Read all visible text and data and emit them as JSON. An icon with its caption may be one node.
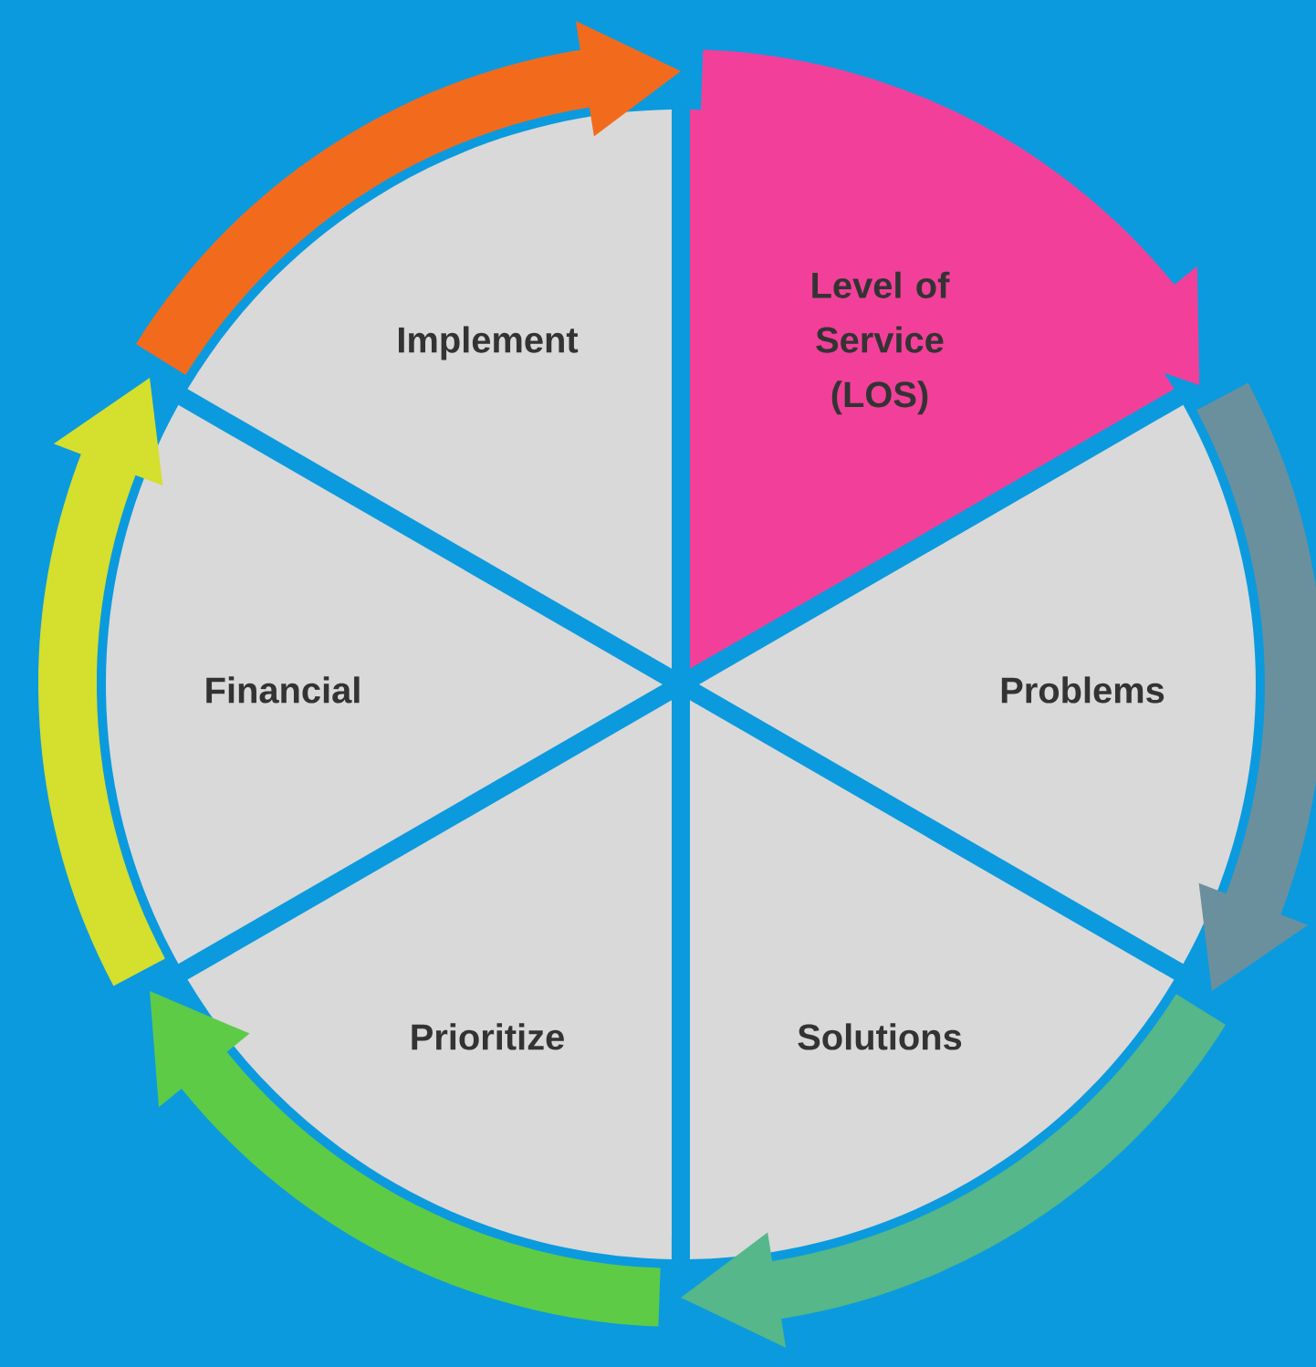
{
  "diagram": {
    "nodes": [
      {
        "text": [
          "Level of Service (LOS)"
        ]
      },
      {
        "text": [
          "Problems"
        ]
      },
      {
        "text": [
          "Solutions"
        ]
      },
      {
        "text": [
          "Prioritize"
        ]
      },
      {
        "text": [
          "Financial"
        ]
      },
      {
        "text": [
          "Implement"
        ]
      }
    ],
    "edges": [
      {
        "from": 0,
        "to": 1,
        "arrow": "to",
        "color": "#f2409a"
      },
      {
        "from": 1,
        "to": 2,
        "arrow": "to",
        "color": "#6a909e"
      },
      {
        "from": 2,
        "to": 3,
        "arrow": "to",
        "color": "#55b78a"
      },
      {
        "from": 3,
        "to": 4,
        "arrow": "to",
        "color": "#5ecb46"
      },
      {
        "from": 4,
        "to": 5,
        "arrow": "to",
        "color": "#d4df2e"
      },
      {
        "from": 5,
        "to": 0,
        "arrow": "to",
        "color": "#f26b1d"
      }
    ]
  }
}
